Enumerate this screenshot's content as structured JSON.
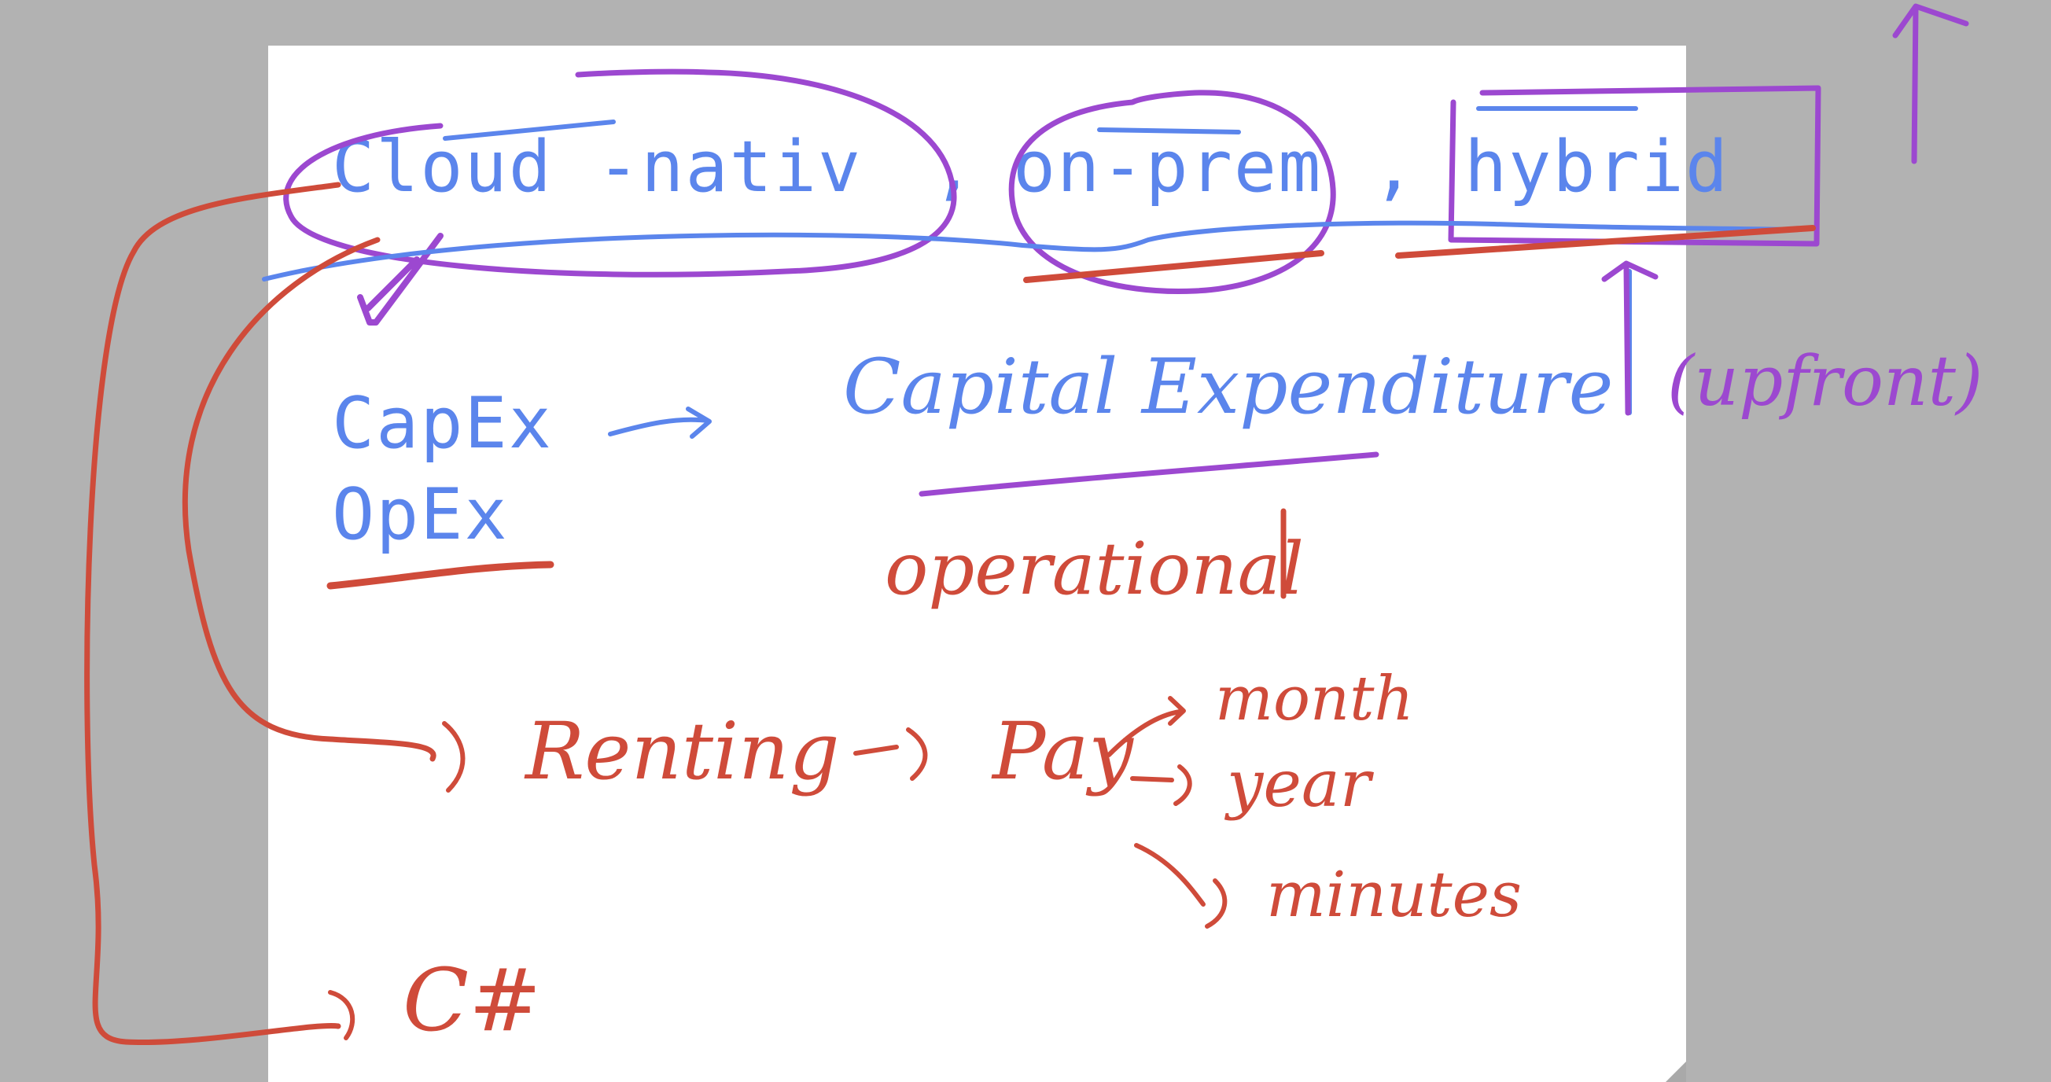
{
  "slide": {
    "line1": {
      "term1": "Cloud -nativ",
      "sep1": ",",
      "term2": "on-prem",
      "sep2": ",",
      "term3": "hybrid"
    },
    "line2": "CapEx",
    "line3": "OpEx"
  },
  "handwriting": {
    "capex_meaning": "Capital Expenditure",
    "upfront_note": "(upfront)",
    "opex_meaning": "operational",
    "renting": "Renting",
    "pay": "Pay",
    "period_month": "month",
    "period_year": "year",
    "period_minutes": "minutes",
    "language": "C#"
  },
  "colors": {
    "canvas_background": "#b2b2b2",
    "slide_background": "#ffffff",
    "typed_text": "#5b85ec",
    "ink_blue": "#5b85ec",
    "ink_purple": "#9c48d0",
    "ink_red": "#cf4b3a"
  }
}
